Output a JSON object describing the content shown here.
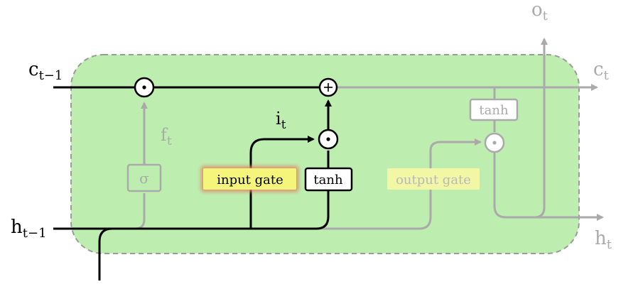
{
  "colors": {
    "cell_fill": "#bdeeb0",
    "cell_border": "#9a9a9a",
    "active": "#000000",
    "dim": "#aaaaaa",
    "gate_fill": "#f5f57c",
    "gate_glow": "#e08a6a"
  },
  "labels": {
    "c_prev": {
      "base": "c",
      "sub": "t−1"
    },
    "h_prev": {
      "base": "h",
      "sub": "t−1"
    },
    "c_next": {
      "base": "c",
      "sub": "t"
    },
    "h_next": {
      "base": "h",
      "sub": "t"
    },
    "o_t": {
      "base": "o",
      "sub": "t"
    },
    "f_t": {
      "base": "f",
      "sub": "t"
    },
    "i_t": {
      "base": "i",
      "sub": "t"
    }
  },
  "boxes": {
    "sigma": "σ",
    "input_gate": "input gate",
    "tanh_input": "tanh",
    "output_gate": "output gate",
    "tanh_output": "tanh"
  },
  "ops": {
    "multiply": "⊙",
    "add": "+"
  },
  "highlighted": "input gate"
}
